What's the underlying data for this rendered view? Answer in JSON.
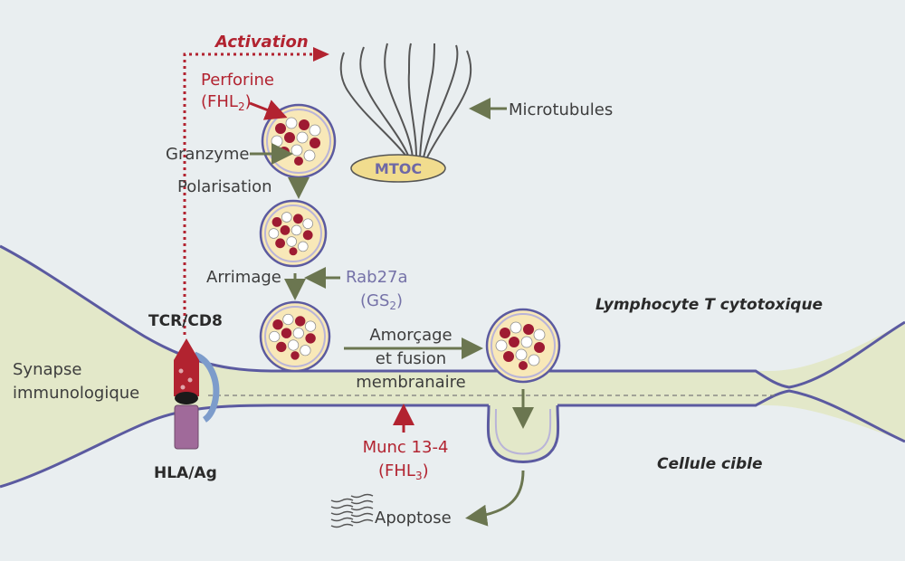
{
  "labels": {
    "activation": "Activation",
    "perforine": "Perforine",
    "fhl2_prefix": "(FHL",
    "fhl2_sub": "2",
    "fhl2_suffix": ")",
    "granzyme": "Granzyme",
    "polarisation": "Polarisation",
    "microtubules": "Microtubules",
    "mtoc": "MTOC",
    "rab27a": "Rab27a",
    "gs2_prefix": "(GS",
    "gs2_sub": "2",
    "gs2_suffix": ")",
    "arrimage": "Arrimage",
    "lymphocyte": "Lymphocyte T cytotoxique",
    "tcr_cd8": "TCR/CD8",
    "amorcage_line1": "Amorçage",
    "amorcage_line2": "et fusion",
    "amorcage_line3": "membranaire",
    "synapse_line1": "Synapse",
    "synapse_line2": "immunologique",
    "munc": "Munc 13-4",
    "fhl3_prefix": "(FHL",
    "fhl3_sub": "3",
    "fhl3_suffix": ")",
    "hla_ag": "HLA/Ag",
    "cellule_cible": "Cellule cible",
    "apoptose": "Apoptose"
  },
  "colors": {
    "background": "#e9eef0",
    "cell_fill": "#e3e8c9",
    "membrane": "#5b5aa0",
    "granule_fill": "#f8e8b8",
    "granule_ring": "#b9b4d8",
    "granule_red": "#9e1b32",
    "arrow_green": "#6b7650",
    "arrow_red": "#b22330",
    "receptor_red": "#b22330",
    "hla_purple": "#a06a9a",
    "blue_arm": "#7d9ccb"
  }
}
